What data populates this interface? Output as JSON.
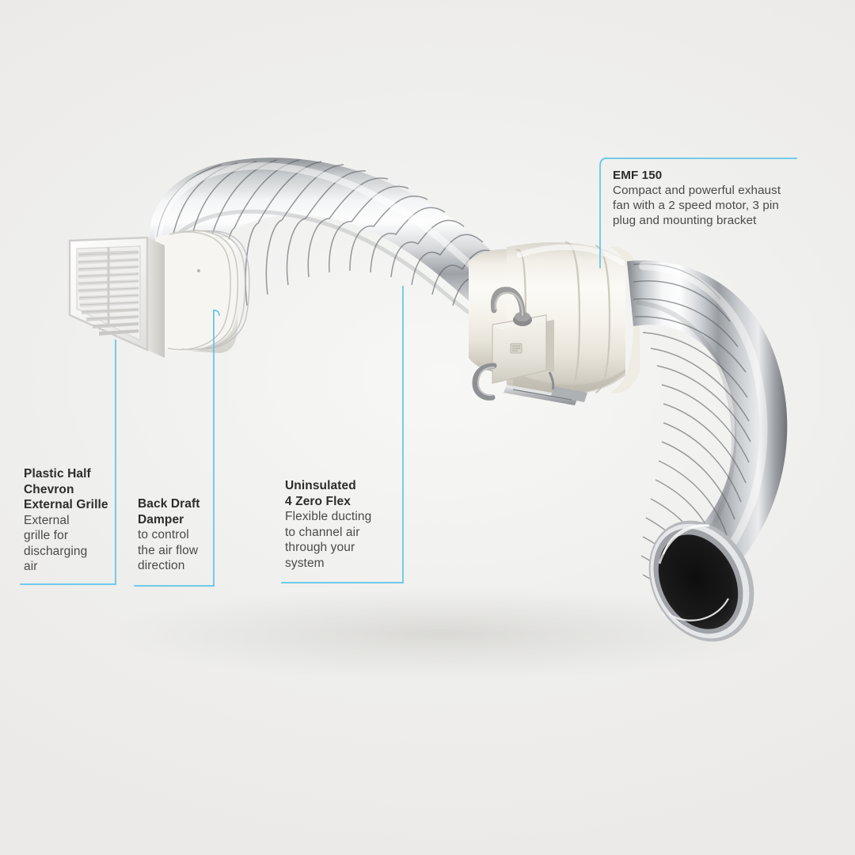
{
  "scene": {
    "title": "EMF 150 in-line exhaust fan duct kit diagram",
    "background_color": "#eeedeb",
    "accent_color": "#5ec5e8"
  },
  "product_parts": {
    "grille": "plastic half chevron external grille",
    "flex_duct": "uninsulated 4 zero flex ducting",
    "fan": "EMF 150 in-line exhaust fan",
    "junction_box": "electrical junction box with cable gland",
    "bracket": "metal mounting bracket",
    "duct_opening": "open duct end"
  },
  "labels": [
    {
      "id": "emf-150",
      "title": "EMF 150",
      "body": "Compact and powerful exhaust\nfan with a 2 speed motor, 3 pin\nplug and mounting bracket"
    },
    {
      "id": "plastic-half-chevron-external-grille",
      "title": "Plastic Half\nChevron\nExternal Grille",
      "body": "External\ngrille for\ndischarging\nair"
    },
    {
      "id": "back-draft-damper",
      "title": "Back Draft\nDamper",
      "body": "to control\nthe air flow\ndirection"
    },
    {
      "id": "uninsulated-4-zero-flex",
      "title": "Uninsulated\n4 Zero Flex",
      "body": "Flexible ducting\nto channel air\nthrough your\nsystem"
    }
  ]
}
